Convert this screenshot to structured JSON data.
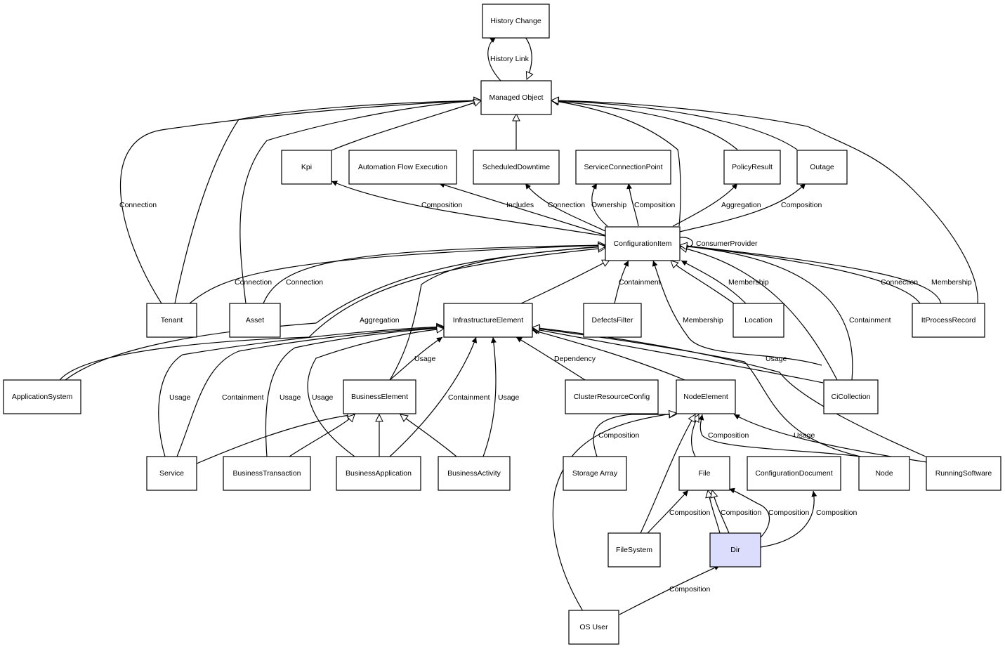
{
  "colors": {
    "line": "#000000",
    "node_fill": "#ffffff",
    "highlight_fill": "#dcdcfc"
  },
  "nodes": {
    "history_change": "History Change",
    "managed_object": "Managed Object",
    "kpi": "Kpi",
    "automation_flow_execution": "Automation Flow Execution",
    "scheduled_downtime": "ScheduledDowntime",
    "service_connection_point": "ServiceConnectionPoint",
    "policy_result": "PolicyResult",
    "outage": "Outage",
    "configuration_item": "ConfigurationItem",
    "tenant": "Tenant",
    "asset": "Asset",
    "infrastructure_element": "InfrastructureElement",
    "defects_filter": "DefectsFilter",
    "location": "Location",
    "it_process_record": "ItProcessRecord",
    "application_system": "ApplicationSystem",
    "business_element": "BusinessElement",
    "cluster_resource_config": "ClusterResourceConfig",
    "node_element": "NodeElement",
    "ci_collection": "CiCollection",
    "service": "Service",
    "business_transaction": "BusinessTransaction",
    "business_application": "BusinessApplication",
    "business_activity": "BusinessActivity",
    "storage_array": "Storage Array",
    "file": "File",
    "configuration_document": "ConfigurationDocument",
    "node": "Node",
    "running_software": "RunningSoftware",
    "file_system": "FileSystem",
    "dir": "Dir",
    "os_user": "OS User"
  },
  "edge_labels": {
    "history_link": "History Link",
    "tenant_mo_connection": "Connection",
    "ci_kpi": "Composition",
    "ci_afe": "Includes",
    "ci_sd": "Connection",
    "ci_scp_ownership": "Ownership",
    "ci_scp_composition": "Composition",
    "ci_pr": "Aggregation",
    "ci_outage": "Composition",
    "consumer_provider": "ConsumerProvider",
    "tenant_ci": "Connection",
    "asset_ci": "Connection",
    "defects_containment": "Containment",
    "location_membership": "Membership",
    "itpr_connection": "Connection",
    "itpr_membership": "Membership",
    "appsys_aggregation": "Aggregation",
    "cicoll_membership": "Membership",
    "cicoll_containment": "Containment",
    "be_ie_usage": "Usage",
    "crc_dependency": "Dependency",
    "cicoll_usage": "Usage",
    "service_usage": "Usage",
    "service_containment": "Containment",
    "bt_usage": "Usage",
    "ba_usage": "Usage",
    "bapp_containment": "Containment",
    "bact_usage": "Usage",
    "storage_composition": "Composition",
    "node_composition": "Composition",
    "rs_usage": "Usage",
    "fs_file_composition": "Composition",
    "dir_file_composition": "Composition",
    "dir_file_composition2": "Composition",
    "dir_cd_composition": "Composition",
    "osuser_dir_composition": "Composition"
  }
}
